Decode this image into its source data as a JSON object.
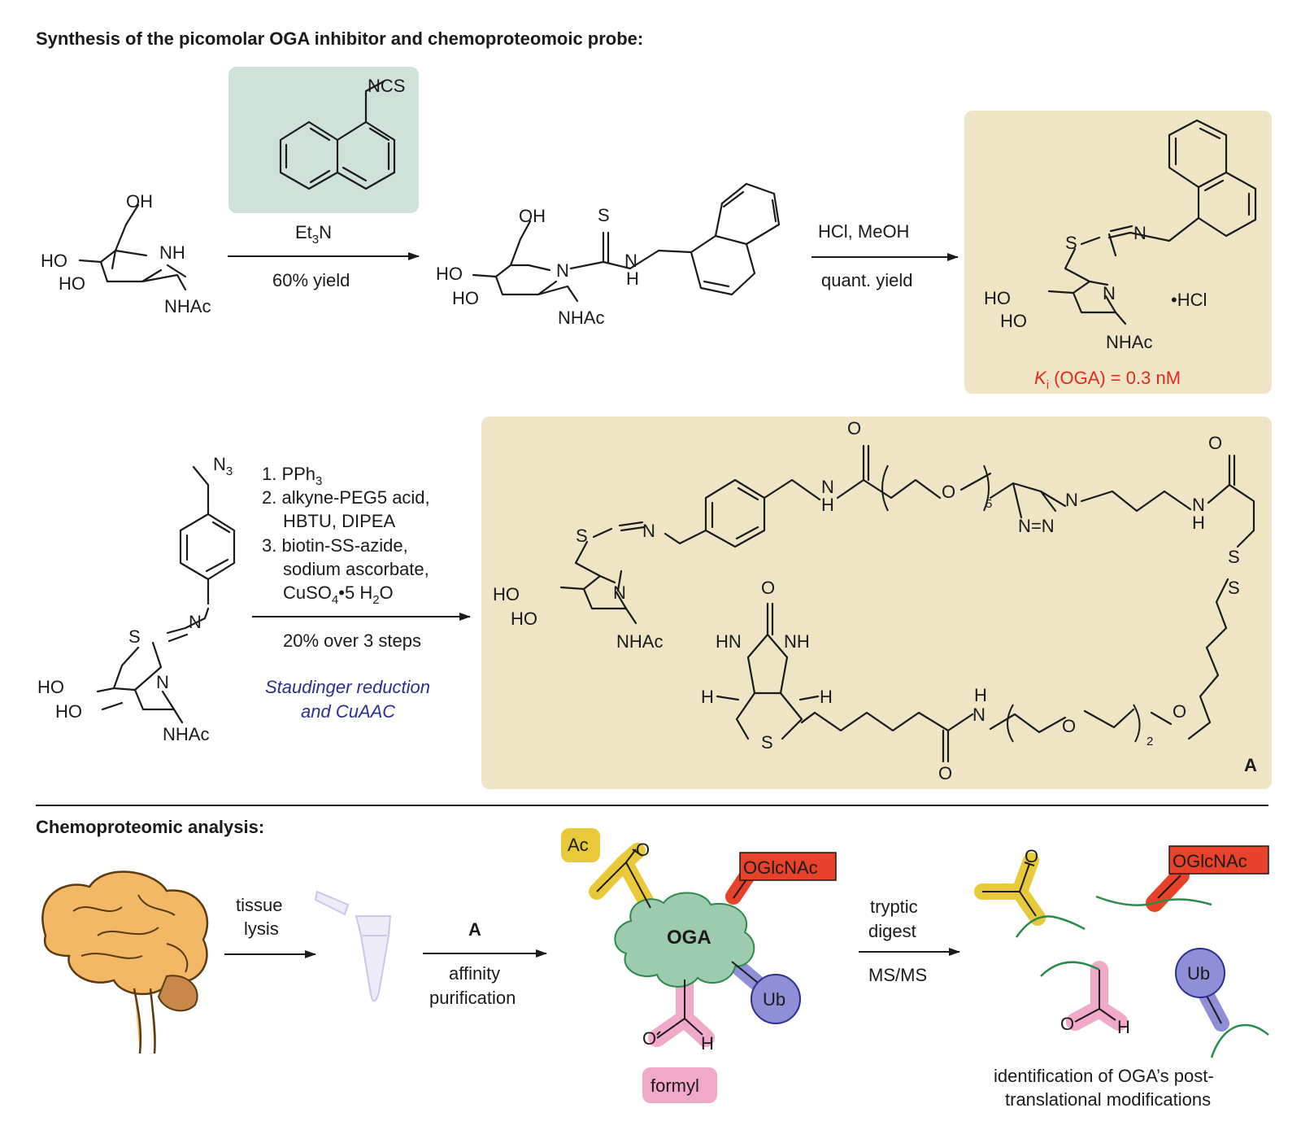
{
  "colors": {
    "reagent_box": "#cfe2da",
    "product_box": "#efe5c5",
    "ki_text": "#e02a1e",
    "italic_label": "#2b2f8f",
    "acetyl": "#e8c93a",
    "oglcnac": "#e8432a",
    "formyl": "#f1a9c9",
    "ubiquitin": "#8f8ed6",
    "oga_blob": "#9dcbb0",
    "brain": "#f3b866",
    "peptide_line": "#2a8a4a"
  },
  "section1": {
    "heading": "Synthesis of the picomolar OGA inhibitor and chemoproteomoic probe:",
    "step1": {
      "reagent_group": "NCS",
      "base_main": "Et",
      "base_sub": "3",
      "base_tail": "N",
      "yield": "60% yield"
    },
    "step2": {
      "reagents": "HCl, MeOH",
      "yield": "quant. yield"
    },
    "product": {
      "salt": "•HCl",
      "ki_symbol": "K",
      "ki_sub": "i",
      "ki_rest": " (OGA) = 0.3 nM"
    },
    "atoms": {
      "oh": "OH",
      "ho": "HO",
      "nh": "NH",
      "nhac": "NHAc",
      "n": "N",
      "s": "S",
      "h": "H",
      "o": "O",
      "hn": "HN",
      "n3_main": "N",
      "n3_sub": "3",
      "nn": "N=N",
      "ss": "S",
      "peg5": "5",
      "peg2": "2"
    },
    "step3": {
      "line1_main": "1. PPh",
      "line1_sub": "3",
      "line2": "2. alkyne-PEG5 acid,",
      "line3": "HBTU, DIPEA",
      "line4": "3. biotin-SS-azide,",
      "line5": "sodium ascorbate,",
      "line6_main": "CuSO",
      "line6_sub": "4",
      "line6_mid": "•5 H",
      "line6_sub2": "2",
      "line6_tail": "O",
      "yield": "20% over 3 steps",
      "method_line1": "Staudinger reduction",
      "method_line2": "and CuAAC"
    },
    "probe_label": "A"
  },
  "section2": {
    "heading": "Chemoproteomic analysis:",
    "step1": {
      "line1": "tissue",
      "line2": "lysis"
    },
    "step2": {
      "reagent": "A",
      "line1": "affinity",
      "line2": "purification"
    },
    "protein": "OGA",
    "tags": {
      "acetyl": "Ac",
      "oglcnac": "OGlcNAc",
      "ubiquitin": "Ub",
      "formyl": "formyl"
    },
    "step3": {
      "line1": "tryptic",
      "line2": "digest",
      "line3": "MS/MS"
    },
    "result": {
      "line1": "identification of OGA’s post-",
      "line2": "translational modifications"
    }
  }
}
